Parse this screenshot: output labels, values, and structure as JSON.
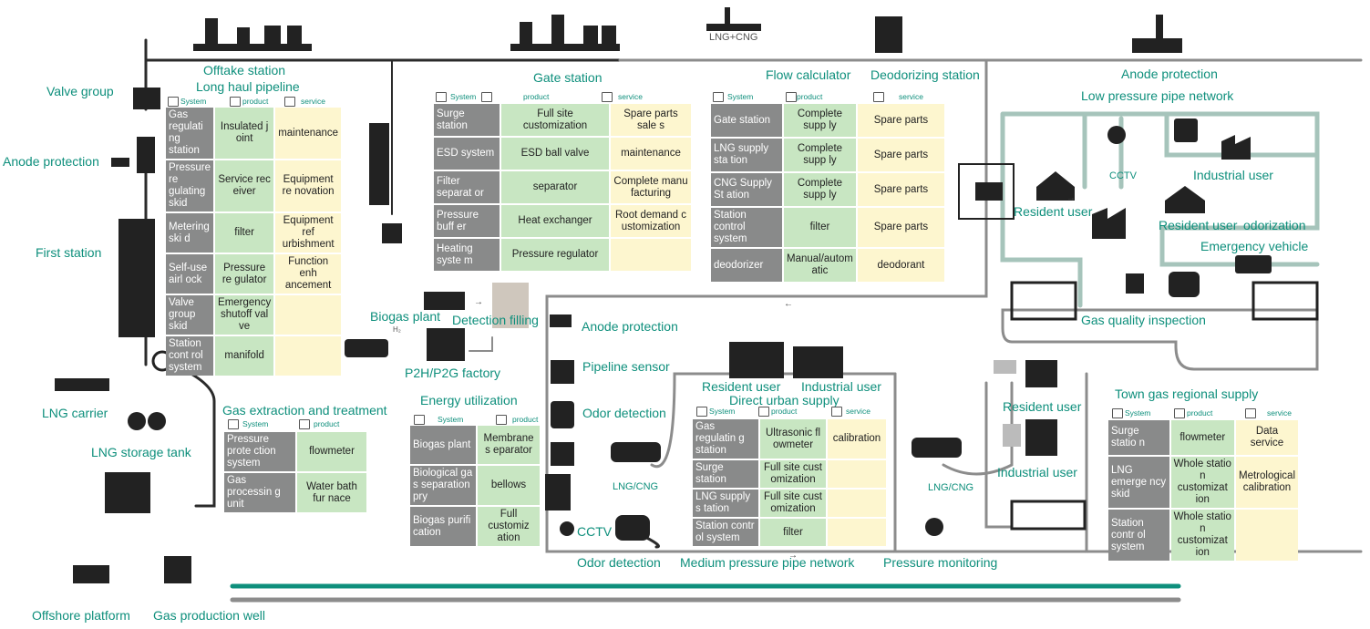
{
  "labels": {
    "offtake_station": "Offtake station",
    "long_haul_pipeline": "Long haul pipeline",
    "valve_group": "Valve group",
    "anode_protection_left": "Anode protection",
    "first_station": "First station",
    "gate_station": "Gate station",
    "lng_cng_top": "LNG+CNG",
    "flow_calculator": "Flow calculator",
    "deodorizing_station": "Deodorizing station",
    "anode_protection_top": "Anode protection",
    "low_pressure_network": "Low pressure pipe network",
    "cctv_top": "CCTV",
    "industrial_user_top": "Industrial user",
    "resident_user_left": "Resident user",
    "resident_user_mid": "Resident user",
    "odorization": "odorization",
    "emergency_vehicle": "Emergency vehicle",
    "gas_quality_inspection": "Gas quality inspection",
    "biogas_plant": "Biogas plant",
    "h2": "H₂",
    "detection_filling": "Detection filling",
    "p2h_factory": "P2H/P2G factory",
    "anode_protection_mid": "Anode protection",
    "pipeline_sensor": "Pipeline sensor",
    "odor_detection_mid": "Odor detection",
    "cctv_mid": "CCTV",
    "odor_detection_bottom": "Odor detection",
    "lng_carrier": "LNG carrier",
    "lng_storage_tank": "LNG storage tank",
    "gas_extraction": "Gas extraction and treatment",
    "energy_utilization": "Energy utilization",
    "resident_user_urban": "Resident user",
    "industrial_user_urban": "Industrial user",
    "direct_urban_supply": "Direct urban supply",
    "lng_cng_mid": "LNG/CNG",
    "lng_cng_right": "LNG/CNG",
    "resident_user_right": "Resident user",
    "industrial_user_right": "Industrial user",
    "town_gas_supply": "Town gas regional supply",
    "medium_pressure_network": "Medium pressure pipe network",
    "pressure_monitoring": "Pressure monitoring",
    "offshore_platform": "Offshore platform",
    "gas_production_well": "Gas production well"
  },
  "headers": {
    "system": "System",
    "product": "product",
    "service": "service"
  },
  "tables": {
    "longhaul": [
      [
        "Gas regulati ng station",
        "Insulated j oint",
        "maintenance"
      ],
      [
        "Pressure re gulating skid",
        "Service rec eiver",
        "Equipment re novation"
      ],
      [
        "Metering ski d",
        "filter",
        "Equipment ref urbishment"
      ],
      [
        "Self-use airl ock",
        "Pressure re gulator",
        "Function enh ancement"
      ],
      [
        "Valve group skid",
        "Emergency shutoff val ve",
        ""
      ],
      [
        "Station cont rol system",
        "manifold",
        ""
      ]
    ],
    "gate": [
      [
        "Surge station",
        "Full site customization",
        "Spare parts sale s"
      ],
      [
        "ESD system",
        "ESD ball valve",
        "maintenance"
      ],
      [
        "Filter separat or",
        "separator",
        "Complete manu facturing"
      ],
      [
        "Pressure buff er",
        "Heat exchanger",
        "Root demand c ustomization"
      ],
      [
        "Heating syste m",
        "Pressure regulator",
        ""
      ]
    ],
    "flow": [
      [
        "Gate station",
        "Complete supp ly",
        "Spare parts"
      ],
      [
        "LNG supply sta tion",
        "Complete supp ly",
        "Spare parts"
      ],
      [
        "CNG Supply St ation",
        "Complete supp ly",
        "Spare parts"
      ],
      [
        "Station control system",
        "filter",
        "Spare parts"
      ],
      [
        "deodorizer",
        "Manual/autom atic",
        "deodorant"
      ]
    ],
    "extraction": [
      [
        "Pressure prote ction system",
        "flowmeter"
      ],
      [
        "Gas processin g unit",
        "Water bath fur nace"
      ]
    ],
    "energy": [
      [
        "Biogas plant",
        "Membrane s eparator"
      ],
      [
        "Biological ga s separation pry",
        "bellows"
      ],
      [
        "Biogas purifi cation",
        "Full customiz ation"
      ]
    ],
    "urban": [
      [
        "Gas regulatin g station",
        "Ultrasonic fl owmeter",
        "calibration"
      ],
      [
        "Surge station",
        "Full site cust omization",
        ""
      ],
      [
        "LNG supply s tation",
        "Full site cust omization",
        ""
      ],
      [
        "Station contr ol system",
        "filter",
        ""
      ]
    ],
    "town": [
      [
        "Surge statio n",
        "flowmeter",
        "Data service"
      ],
      [
        "LNG emerge ncy skid",
        "Whole statio n customizat ion",
        "Metrological calibration"
      ],
      [
        "Station contr ol system",
        "Whole statio n customizat ion",
        ""
      ]
    ]
  },
  "colors": {
    "accent": "#0e8f7c",
    "pipe_dark": "#2b2b2b",
    "pipe_gray": "#8c8c8c",
    "pipe_light": "#a6c4bb",
    "cell_system": "#898a8a",
    "cell_product": "#c8e6c2",
    "cell_service": "#fdf6cf",
    "bottom_bar_green": "#0e8f7c"
  }
}
